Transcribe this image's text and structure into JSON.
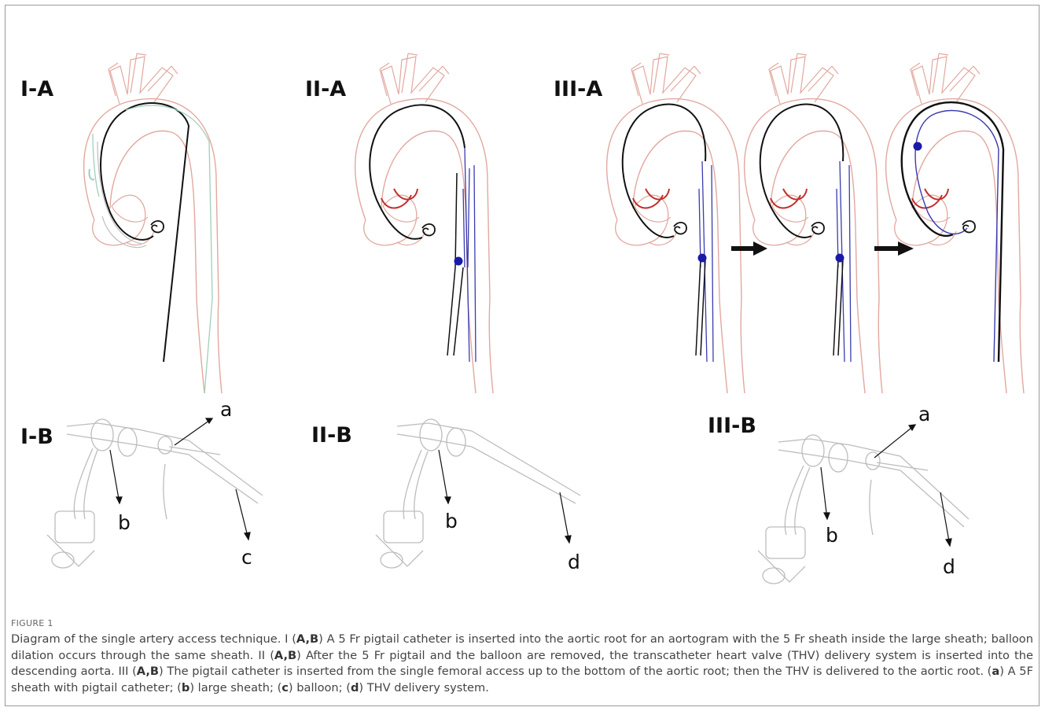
{
  "figure": {
    "panel_labels": {
      "i_a": "I-A",
      "ii_a": "II-A",
      "iii_a": "III-A",
      "i_b": "I-B",
      "ii_b": "II-B",
      "iii_b": "III-B"
    },
    "callouts": {
      "i_a_label": "a",
      "i_b_label": "b",
      "i_c_label": "c",
      "ii_b_label": "b",
      "ii_d_label": "d",
      "iii_a_label": "a",
      "iii_b_label": "b",
      "iii_d_label": "d"
    },
    "colors": {
      "aorta_outline": "#e2a8a0",
      "wire": "#111111",
      "valve": "#c0302c",
      "delivery_system": "#3b3bb0",
      "balloon": "#1a1aa8",
      "sheath": "#9fcfb8",
      "device_lines": "#bdbdbd"
    }
  },
  "caption": {
    "label": "FIGURE 1",
    "segments": [
      {
        "t": "Diagram of the single artery access technique. I (",
        "b": false
      },
      {
        "t": "A,B",
        "b": true
      },
      {
        "t": ") A 5 Fr pigtail catheter is inserted into the aortic root for an aortogram with the 5 Fr sheath inside the large sheath; balloon dilation occurs through the same sheath. II (",
        "b": false
      },
      {
        "t": "A,B",
        "b": true
      },
      {
        "t": ") After the 5 Fr pigtail and the balloon are removed, the transcatheter heart valve (THV) delivery system is inserted into the descending aorta. III (",
        "b": false
      },
      {
        "t": "A,B",
        "b": true
      },
      {
        "t": ") The pigtail catheter is inserted from the single femoral access up to the bottom of the aortic root; then the THV is delivered to the aortic root. (",
        "b": false
      },
      {
        "t": "a",
        "b": true
      },
      {
        "t": ") A 5F sheath with pigtail catheter; (",
        "b": false
      },
      {
        "t": "b",
        "b": true
      },
      {
        "t": ") large sheath; (",
        "b": false
      },
      {
        "t": "c",
        "b": true
      },
      {
        "t": ") balloon; (",
        "b": false
      },
      {
        "t": "d",
        "b": true
      },
      {
        "t": ") THV delivery system.",
        "b": false
      }
    ]
  }
}
